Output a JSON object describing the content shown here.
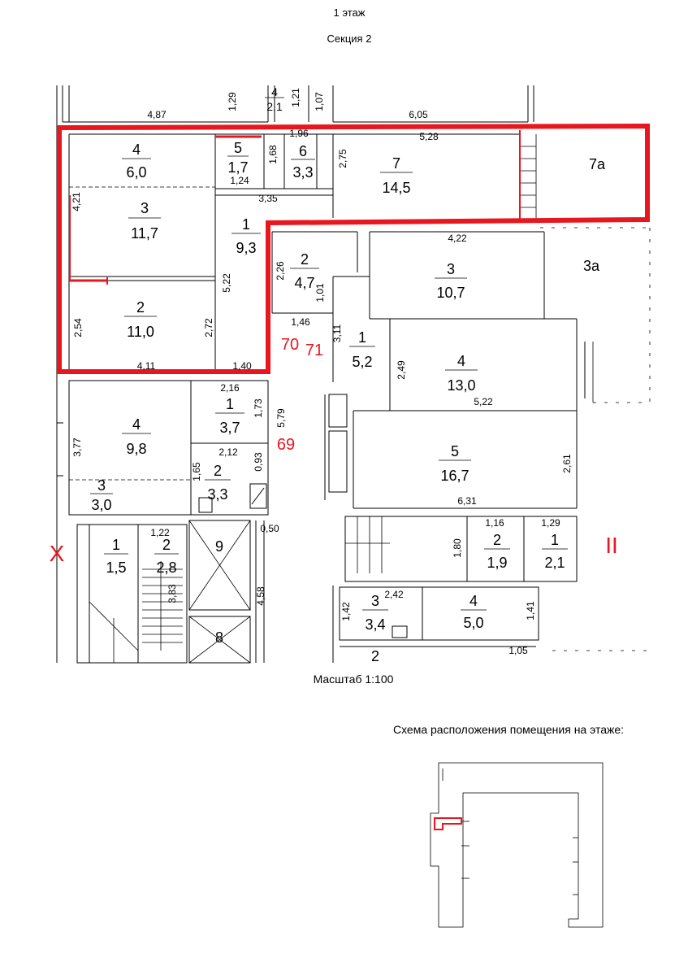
{
  "header": {
    "floor": "1 этаж",
    "section": "Секция 2"
  },
  "scale_label": "Масштаб 1:100",
  "scheme_label": "Схема расположения помещения на этаже:",
  "colors": {
    "highlight": "#e8161e",
    "walls": "#000000"
  },
  "rooms": {
    "r4a": {
      "num": "4",
      "area": "6,0"
    },
    "r5a": {
      "num": "5",
      "area": "1,7"
    },
    "r6a": {
      "num": "6",
      "area": "3,3"
    },
    "r7a": {
      "num": "7",
      "area": "14,5"
    },
    "r7s": {
      "num": "7а"
    },
    "r3a": {
      "num": "3",
      "area": "11,7"
    },
    "r1a": {
      "num": "1",
      "area": "9,3"
    },
    "r2a": {
      "num": "2",
      "area": "11,0"
    },
    "r2b": {
      "num": "2",
      "area": "4,7"
    },
    "r3b": {
      "num": "3",
      "area": "10,7"
    },
    "r3s": {
      "num": "3а"
    },
    "r1b": {
      "num": "1",
      "area": "5,2"
    },
    "r4b": {
      "num": "4",
      "area": "13,0"
    },
    "r1c": {
      "num": "1",
      "area": "3,7"
    },
    "r4c": {
      "num": "4",
      "area": "9,8"
    },
    "r2c": {
      "num": "2",
      "area": "3,3"
    },
    "r3c": {
      "num": "3",
      "area": "3,0"
    },
    "r5b": {
      "num": "5",
      "area": "16,7"
    },
    "r1d": {
      "num": "1",
      "area": "1,5"
    },
    "r2d": {
      "num": "2",
      "area": "2,8"
    },
    "r9": {
      "num": "9"
    },
    "r8": {
      "num": "8"
    },
    "r2e": {
      "num": "2",
      "area": "1,9"
    },
    "r1e": {
      "num": "1",
      "area": "2,1"
    },
    "r3d": {
      "num": "3",
      "area": "3,4"
    },
    "r4d": {
      "num": "4",
      "area": "5,0"
    },
    "r2f": {
      "num": "2"
    },
    "r4top": {
      "num": "4",
      "area": "2,1"
    }
  },
  "dims": {
    "d129": "1,29",
    "d121": "1,21",
    "d107": "1,07",
    "d487": "4,87",
    "d605": "6,05",
    "d196": "1,96",
    "d528": "5,28",
    "d168": "1,68",
    "d275": "2,75",
    "d124": "1,24",
    "d335": "3,35",
    "d421": "4,21",
    "d422": "4,22",
    "d226": "2,26",
    "d101": "1,01",
    "d522a": "5,22",
    "d146": "1,46",
    "d311": "3,11",
    "d249": "2,49",
    "d254": "2,54",
    "d272": "2,72",
    "d411": "4,11",
    "d140": "1,40",
    "d216": "2,16",
    "d173": "1,73",
    "d579": "5,79",
    "d522b": "5,22",
    "d377": "3,77",
    "d212": "2,12",
    "d165": "1,65",
    "d093": "0,93",
    "d261": "2,61",
    "d631": "6,31",
    "d050": "0,50",
    "d122": "1,22",
    "d383": "3,83",
    "d458": "4,58",
    "d116": "1,16",
    "d129b": "1,29",
    "d180": "1,80",
    "d142": "1,42",
    "d242": "2,42",
    "d141": "1,41",
    "d105": "1,05"
  },
  "markers": {
    "m70": "70",
    "m71": "71",
    "m69": "69",
    "roman_x": "X",
    "roman_ii": "II"
  }
}
